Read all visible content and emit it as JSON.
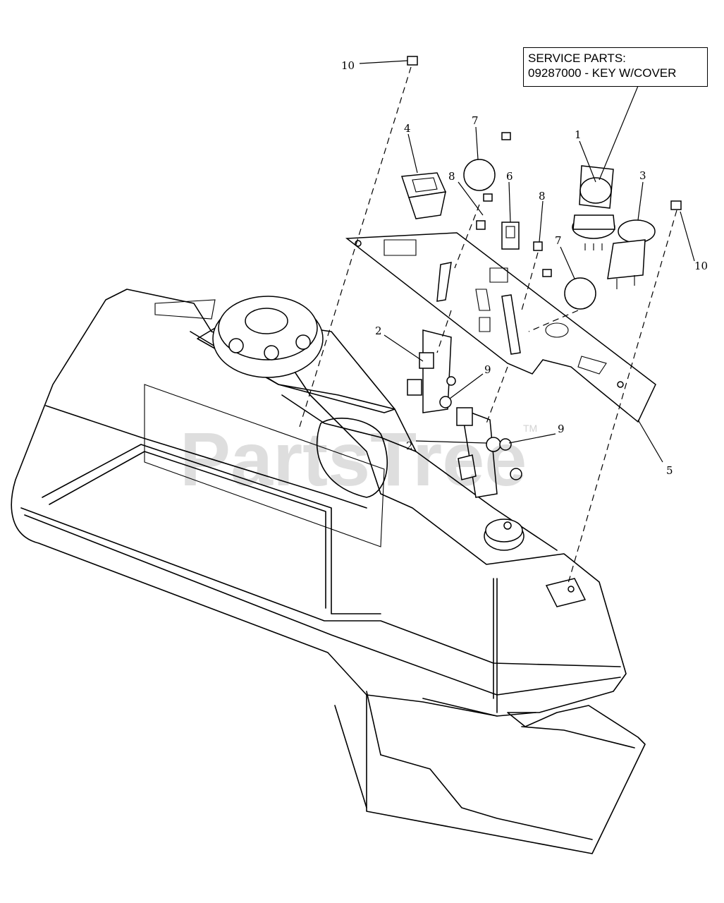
{
  "service_box": {
    "line1": "SERVICE PARTS:",
    "line2": "09287000 - KEY W/COVER"
  },
  "watermark": {
    "text": "PartsTree",
    "tm": "TM"
  },
  "callouts": {
    "c10a": "10",
    "c10b": "10",
    "c4": "4",
    "c7a": "7",
    "c7b": "7",
    "c8a": "8",
    "c8b": "8",
    "c6": "6",
    "c1": "1",
    "c3": "3",
    "c2a": "2",
    "c2b": "2",
    "c9a": "9",
    "c9b": "9",
    "c5": "5"
  }
}
